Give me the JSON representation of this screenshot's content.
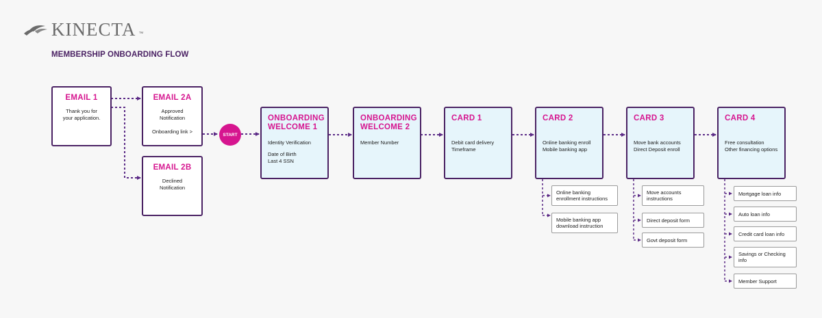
{
  "logo": {
    "text": "KINECTA",
    "tm": "™",
    "icon": "bird-logo-icon"
  },
  "page_title": "MEMBERSHIP ONBOARDING FLOW",
  "colors": {
    "accent": "#d6158f",
    "border": "#4a2163",
    "connector": "#5b2a86",
    "welcome_fill": "#e6f5fb"
  },
  "email1": {
    "title": "EMAIL 1",
    "lines": [
      "Thank you for",
      "your application."
    ]
  },
  "email2a": {
    "title": "EMAIL 2A",
    "lines": [
      "Approved",
      "Notification"
    ],
    "link": "Onboarding link >"
  },
  "email2b": {
    "title": "EMAIL 2B",
    "lines": [
      "Declined",
      "Notification"
    ]
  },
  "start_label": "START",
  "welcome1": {
    "title": [
      "ONBOARDING",
      "WELCOME 1"
    ],
    "lines": [
      "Identity Verification",
      "Date of Birth",
      "Last 4 SSN"
    ]
  },
  "welcome2": {
    "title": [
      "ONBOARDING",
      "WELCOME 2"
    ],
    "lines": [
      "Member Number"
    ]
  },
  "card1": {
    "title": "CARD 1",
    "lines": [
      "Debit card delivery",
      "Timeframe"
    ]
  },
  "card2": {
    "title": "CARD 2",
    "lines": [
      "Online banking enroll",
      "Mobile banking app"
    ],
    "subs": [
      [
        "Online banking",
        "enrollment instructions"
      ],
      [
        "Mobile banking app",
        "download instruction"
      ]
    ]
  },
  "card3": {
    "title": "CARD 3",
    "lines": [
      "Move bank accounts",
      "Direct Deposit enroll"
    ],
    "subs": [
      [
        "Move accounts",
        "instructions"
      ],
      [
        "Direct deposit form"
      ],
      [
        "Govt deposit form"
      ]
    ]
  },
  "card4": {
    "title": "CARD 4",
    "lines": [
      "Free consultation",
      "Other financing options"
    ],
    "subs": [
      [
        "Mortgage loan info"
      ],
      [
        "Auto loan info"
      ],
      [
        "Credit card loan info"
      ],
      [
        "Savings or Checking",
        "info"
      ],
      [
        "Member Support"
      ]
    ]
  }
}
